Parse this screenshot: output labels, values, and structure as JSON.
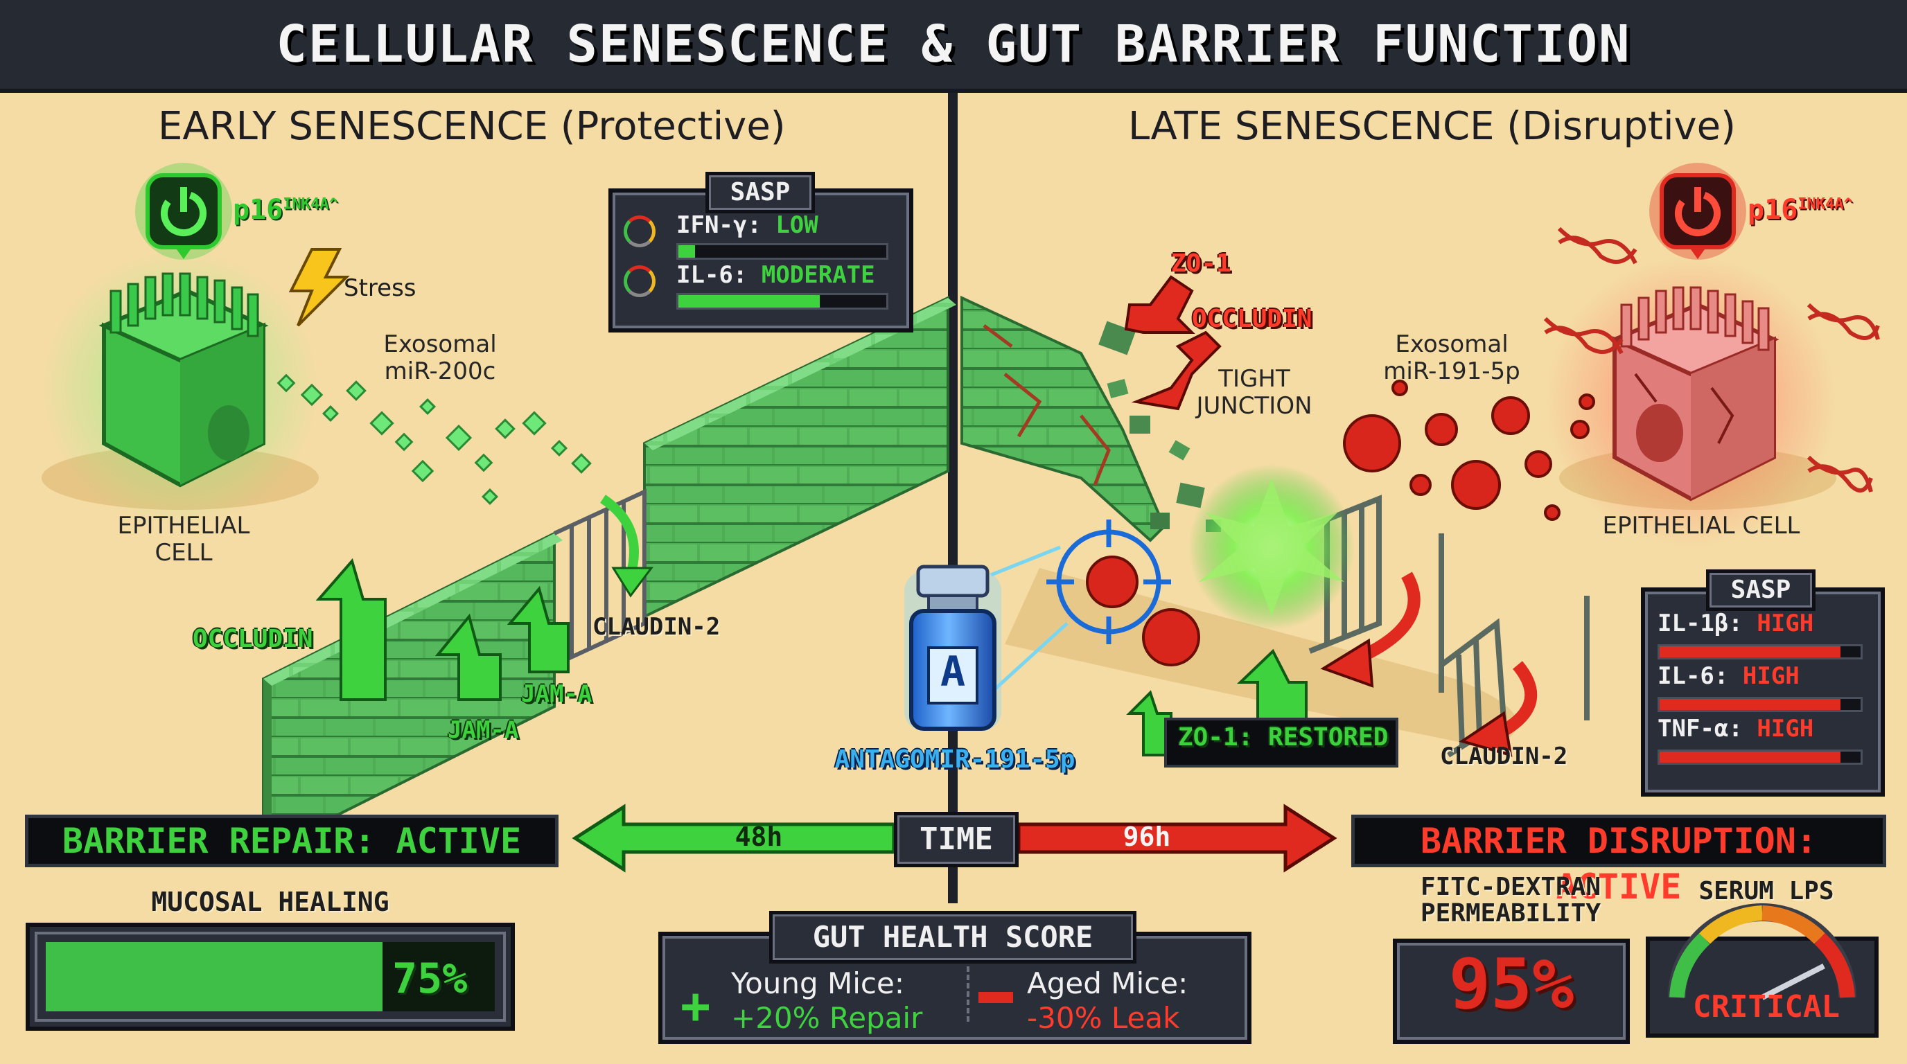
{
  "title": "CELLULAR SENESCENCE & GUT BARRIER FUNCTION",
  "left": {
    "heading": "EARLY SENESCENCE (Protective)",
    "marker": {
      "base": "p16",
      "super": "INK4A^",
      "icon": "power-icon",
      "color": "#3fd23f"
    },
    "stress": "Stress",
    "exosome": {
      "line1": "Exosomal",
      "line2": "miR-200c"
    },
    "cell": {
      "line1": "EPITHELIAL",
      "line2": "CELL"
    },
    "labels": {
      "occludin": "OCCLUDIN",
      "jam_a1": "JAM-A",
      "jam_a2": "JAM-A",
      "claudin": "CLAUDIN-2"
    },
    "sasp": {
      "title": "SASP",
      "rows": [
        {
          "name": "IFN-γ:",
          "level": "LOW",
          "fill": 0.08,
          "color": "#3fd23f"
        },
        {
          "name": "IL-6:",
          "level": "MODERATE",
          "fill": 0.68,
          "color": "#3fd23f"
        }
      ]
    },
    "status": {
      "text": "BARRIER REPAIR: ACTIVE",
      "color": "#3fd23f"
    },
    "healing": {
      "label": "MUCOSAL HEALING",
      "value": "75%",
      "fill": 0.75
    }
  },
  "right": {
    "heading": "LATE SENESCENCE (Disruptive)",
    "marker": {
      "base": "p16",
      "super": "INK4A^",
      "icon": "power-icon",
      "color": "#e02a1f"
    },
    "exosome": {
      "line1": "Exosomal",
      "line2": "miR-191-5p"
    },
    "cell": {
      "line1": "EPITHELIAL CELL"
    },
    "labels": {
      "zo1": "ZO-1",
      "occludin": "OCCLUDIN",
      "tight1": "TIGHT",
      "tight2": "JUNCTION",
      "restored": "ZO-1: RESTORED",
      "claudin": "CLAUDIN-2"
    },
    "sasp": {
      "title": "SASP",
      "rows": [
        {
          "name": "IL-1β:",
          "level": "HIGH",
          "fill": 0.9,
          "color": "#e02a1f"
        },
        {
          "name": "IL-6:",
          "level": "HIGH",
          "fill": 0.9,
          "color": "#e02a1f"
        },
        {
          "name": "TNF-α:",
          "level": "HIGH",
          "fill": 0.9,
          "color": "#e02a1f"
        }
      ]
    },
    "status": {
      "text": "BARRIER DISRUPTION: ACTIVE",
      "color": "#ff3b2b"
    },
    "fitc": {
      "line1": "FITC-DEXTRAN",
      "line2": "PERMEABILITY",
      "value": "95%"
    },
    "lps": {
      "label": "SERUM LPS",
      "value": "CRITICAL",
      "level": 0.85
    }
  },
  "center": {
    "vial_letter": "A",
    "vial_label": "ANTAGOMIR-191-5p",
    "time": {
      "label": "TIME",
      "left": "48h",
      "right": "96h"
    },
    "score": {
      "title": "GUT HEALTH SCORE",
      "young_label": "Young Mice:",
      "young_value": "+20% Repair",
      "aged_label": "Aged Mice:",
      "aged_value": "-30% Leak"
    }
  },
  "colors": {
    "green": "#3fd23f",
    "red": "#e02a1f",
    "panel": "#2a2e38",
    "bg": "#f5dca4"
  }
}
